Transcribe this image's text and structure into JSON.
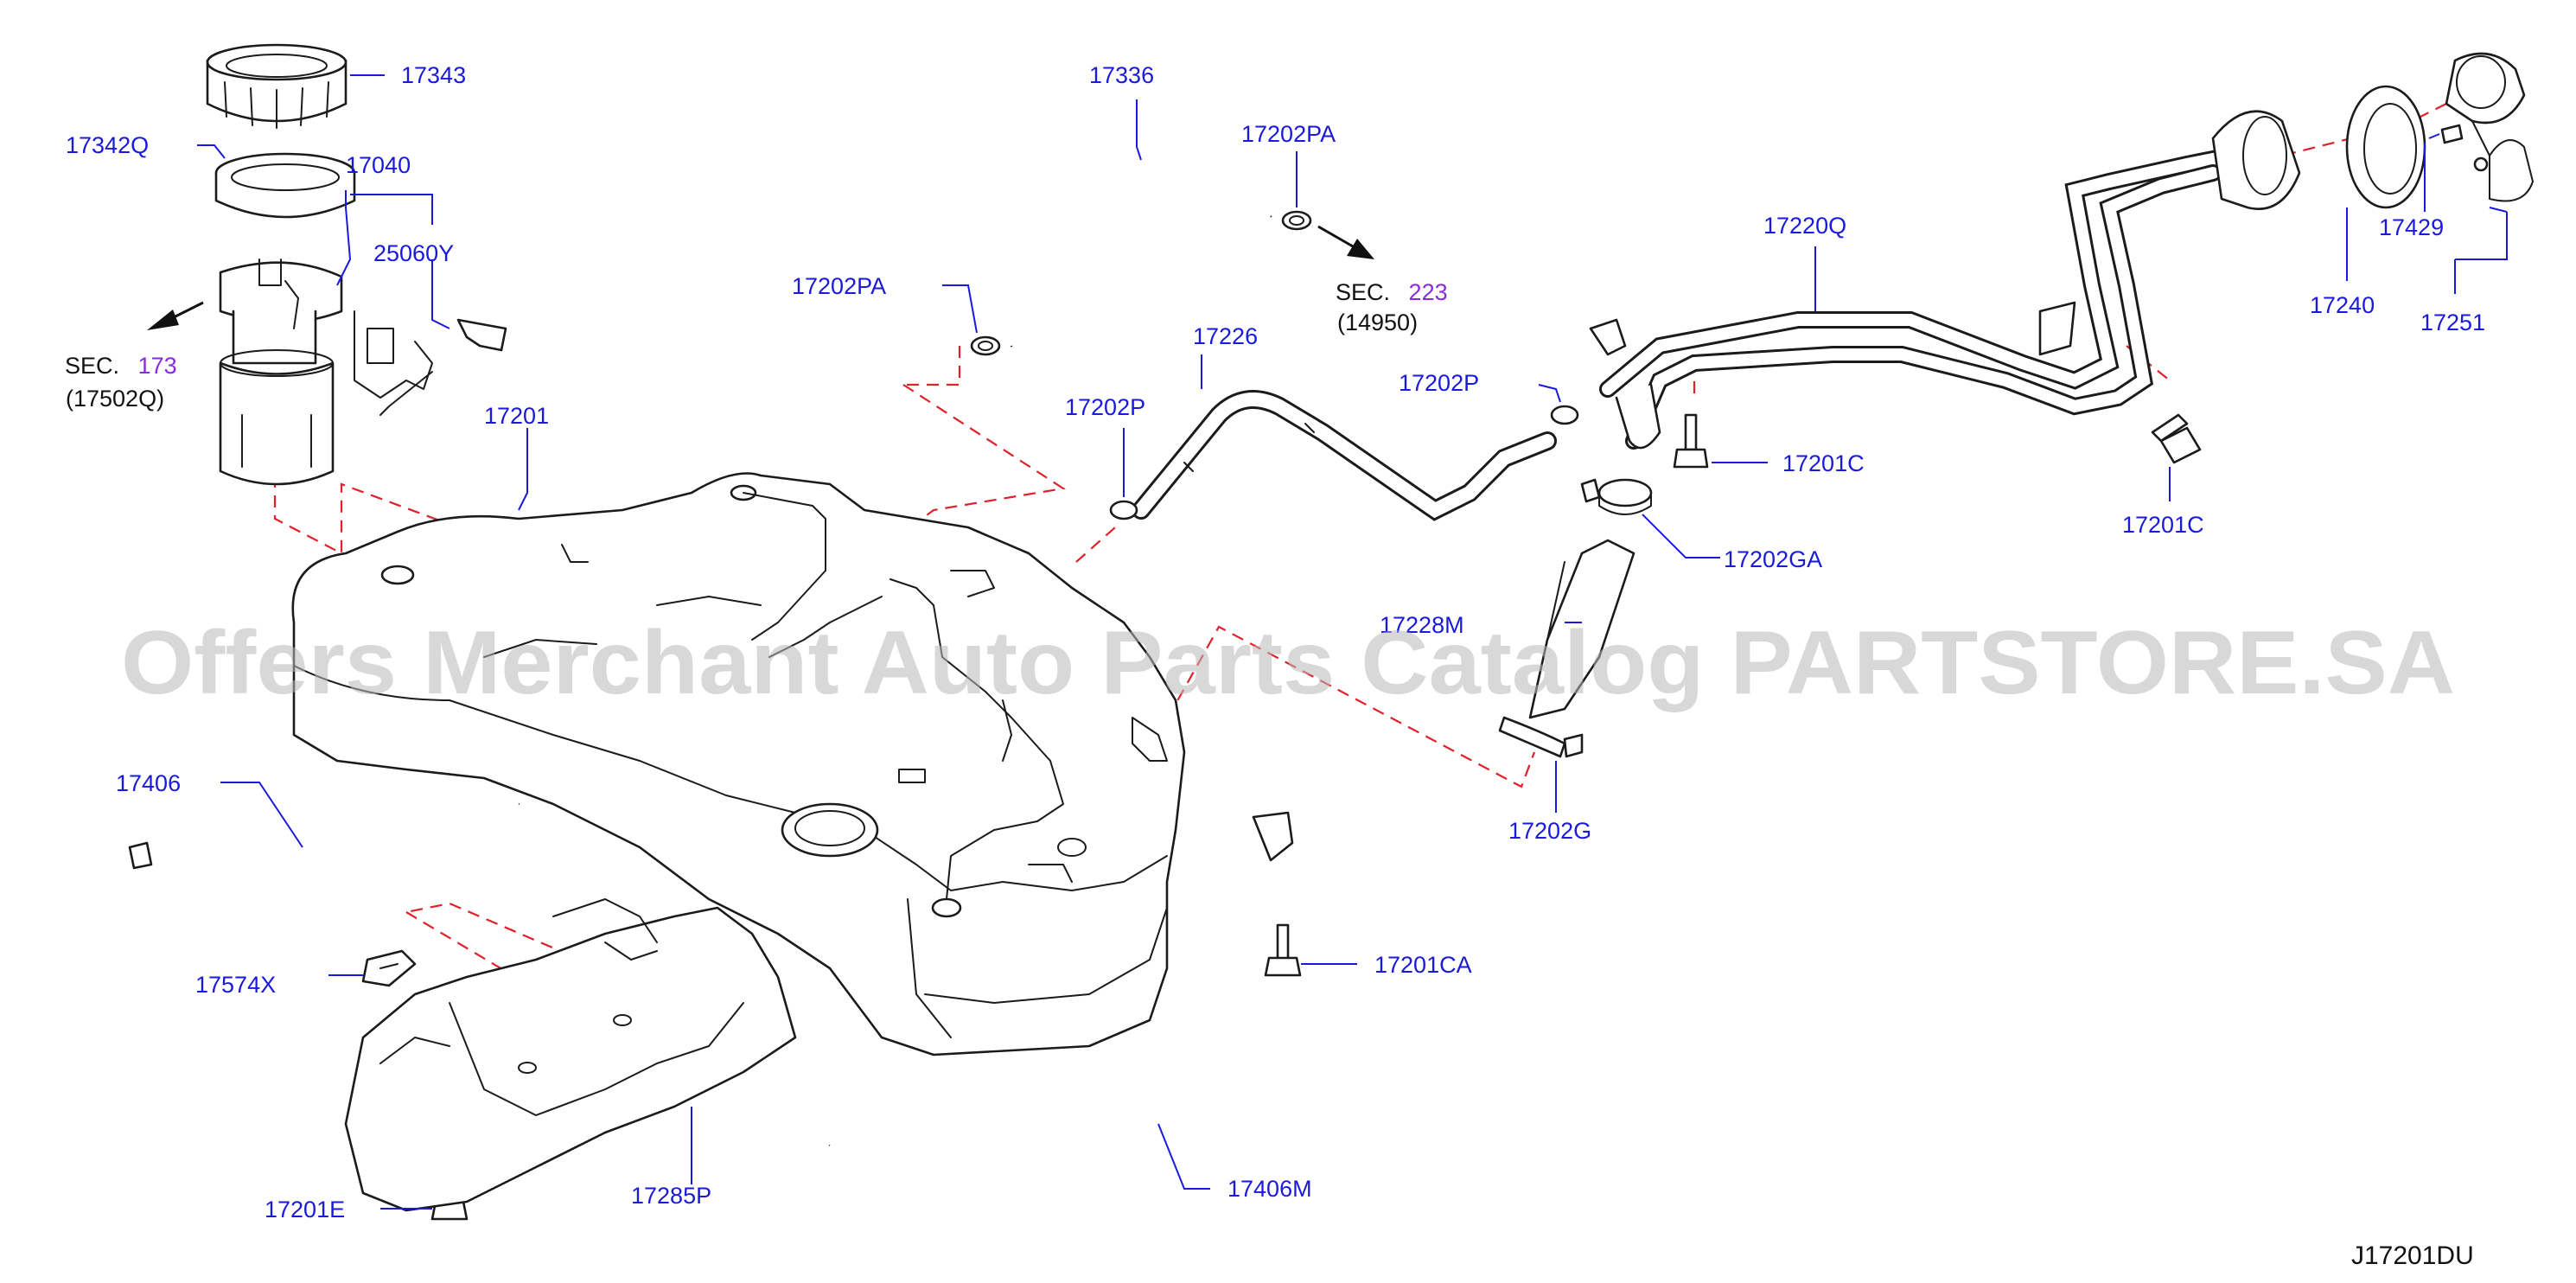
{
  "diagram": {
    "code": "J17201DU",
    "watermark": "Offers Merchant Auto Parts Catalog PARTSTORE.SA",
    "parts": {
      "p17343": "17343",
      "p17342Q": "17342Q",
      "p17040": "17040",
      "p25060Y": "25060Y",
      "p17201": "17201",
      "p17336": "17336",
      "p17202PA_top": "17202PA",
      "p17202PA_left": "17202PA",
      "p17226": "17226",
      "p17202P_left": "17202P",
      "p17202P_right": "17202P",
      "p17220Q": "17220Q",
      "p17201C_mid": "17201C",
      "p17201C_right": "17201C",
      "p17202GA": "17202GA",
      "p17228M": "17228M",
      "p17202G": "17202G",
      "p17240": "17240",
      "p17429": "17429",
      "p17251": "17251",
      "p17406": "17406",
      "p17574X": "17574X",
      "p17201CA": "17201CA",
      "p17201E": "17201E",
      "p17285P": "17285P",
      "p17406M": "17406M"
    },
    "sections": {
      "left": {
        "prefix": "SEC.",
        "number": "173",
        "ref": "(17502Q)"
      },
      "right": {
        "prefix": "SEC.",
        "number": "223",
        "ref": "(14950)"
      }
    }
  }
}
